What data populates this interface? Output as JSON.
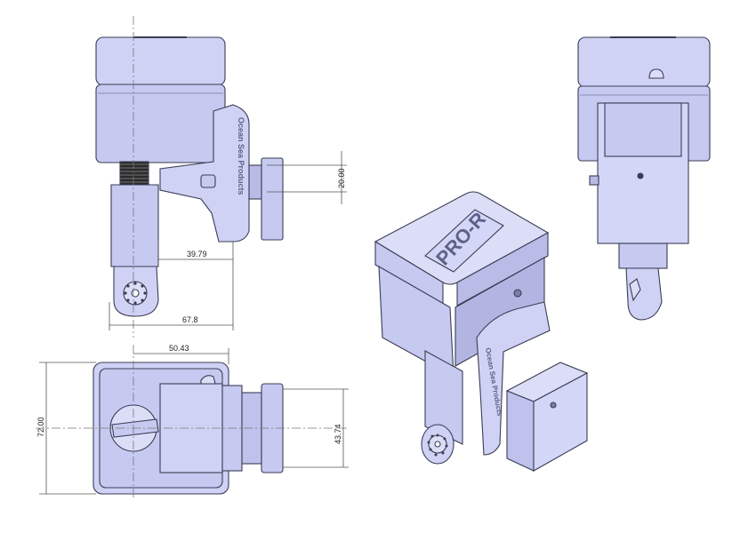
{
  "dimensions": {
    "d_20": "20.00",
    "d_39_79": "39.79",
    "d_67_8": "67.8",
    "d_50_43": "50.43",
    "d_72": "72.00",
    "d_43_74": "43.74"
  },
  "labels": {
    "brand_side": "Ocean Sea Products",
    "brand_iso": "Ocean Sea Products",
    "logo_iso": "PRO-R"
  },
  "colors": {
    "body_fill": "#c6c9f0",
    "body_light": "#dcdef8",
    "body_shade": "#aeb1dc",
    "outline": "#3b3d55",
    "dim_line": "#555555",
    "thread": "#2a2a2a"
  }
}
